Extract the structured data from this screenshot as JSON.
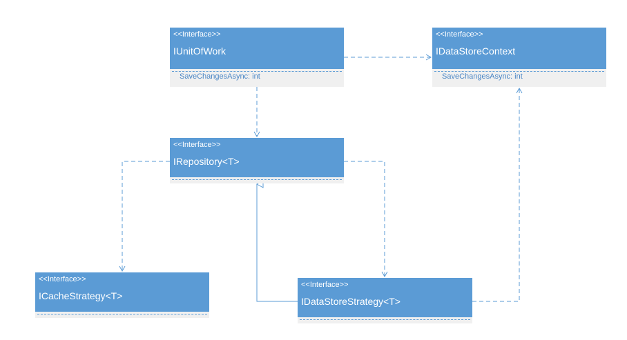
{
  "diagram": {
    "colors": {
      "header": "#5b9bd5",
      "body": "#f0f0f0",
      "connector": "#5b9bd5",
      "text_light": "#ffffff",
      "operation_text": "#4a86c5"
    },
    "interfaces": {
      "unit_of_work": {
        "stereotype": "<<Interface>>",
        "name": "IUnitOfWork",
        "operation": "SaveChangesAsync: int"
      },
      "data_store_context": {
        "stereotype": "<<Interface>>",
        "name": "IDataStoreContext",
        "operation": "SaveChangesAsync: int"
      },
      "repository": {
        "stereotype": "<<Interface>>",
        "name": "IRepository<T>"
      },
      "cache_strategy": {
        "stereotype": "<<Interface>>",
        "name": "ICacheStrategy<T>"
      },
      "data_store_strategy": {
        "stereotype": "<<Interface>>",
        "name": "IDataStoreStrategy<T>"
      }
    },
    "relations": [
      {
        "from": "IUnitOfWork",
        "to": "IDataStoreContext",
        "kind": "dependency"
      },
      {
        "from": "IUnitOfWork",
        "to": "IRepository<T>",
        "kind": "dependency"
      },
      {
        "from": "IRepository<T>",
        "to": "ICacheStrategy<T>",
        "kind": "dependency"
      },
      {
        "from": "IRepository<T>",
        "to": "IDataStoreStrategy<T>",
        "kind": "dependency"
      },
      {
        "from": "IDataStoreStrategy<T>",
        "to": "IRepository<T>",
        "kind": "inheritance"
      },
      {
        "from": "IDataStoreStrategy<T>",
        "to": "IDataStoreContext",
        "kind": "dependency"
      }
    ]
  }
}
